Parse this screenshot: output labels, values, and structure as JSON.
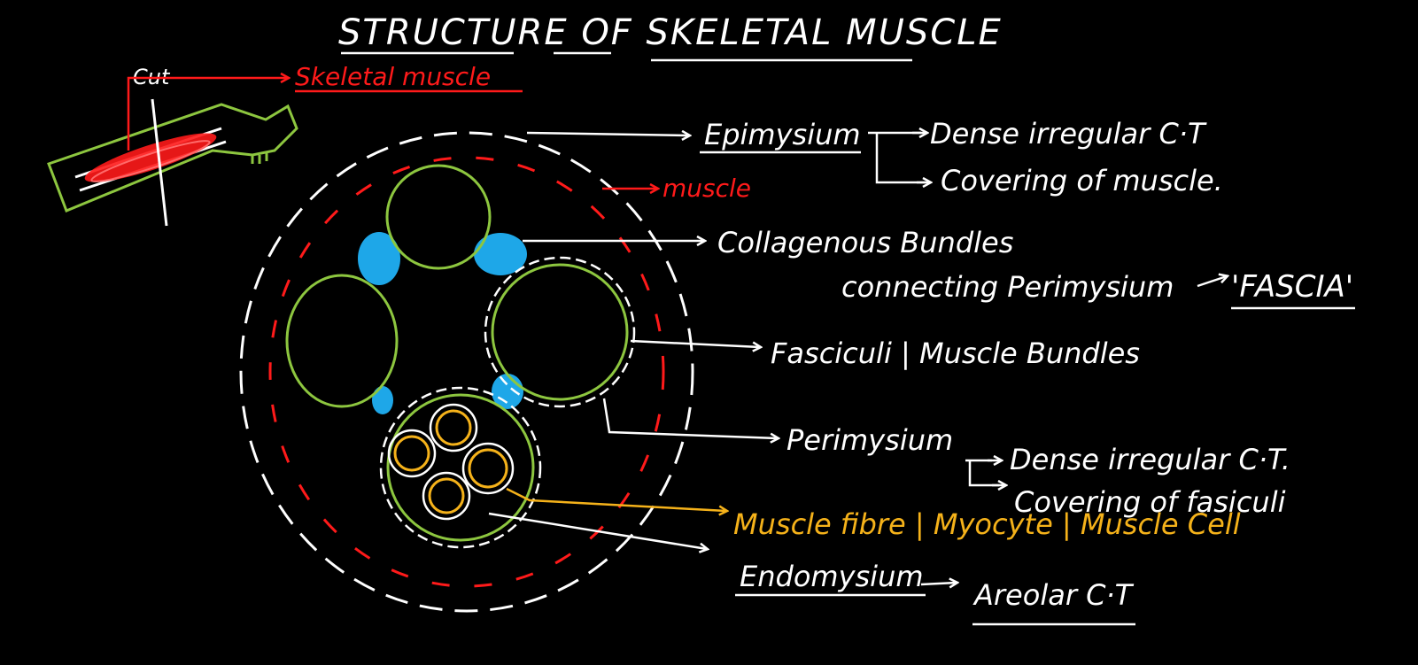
{
  "title": "STRUCTURE OF SKELETAL MUSCLE",
  "cut_label": "Cut",
  "skeletal_muscle_label": "Skeletal muscle",
  "muscle_label": "muscle",
  "epimysium": {
    "name": "Epimysium",
    "detail_1": "Dense irregular C·T",
    "detail_2": "Covering of muscle."
  },
  "collagenous": {
    "line_1": "Collagenous Bundles",
    "line_2": "connecting Perimysium",
    "result": "'FASCIA'"
  },
  "fasciculi_label": "Fasciculi | Muscle Bundles",
  "perimysium": {
    "name": "Perimysium",
    "detail_1": "Dense irregular C·T.",
    "detail_2": "Covering of fasiculi"
  },
  "muscle_fibre_label": "Muscle fibre | Myocyte | Muscle Cell",
  "endomysium": {
    "name": "Endomysium",
    "detail": "Areolar C·T"
  },
  "colors": {
    "background": "#000000",
    "chalk_white": "#ffffff",
    "red": "#ff1a1a",
    "green": "#8dc63f",
    "blue": "#1ea7e8",
    "orange": "#f5b21a"
  }
}
